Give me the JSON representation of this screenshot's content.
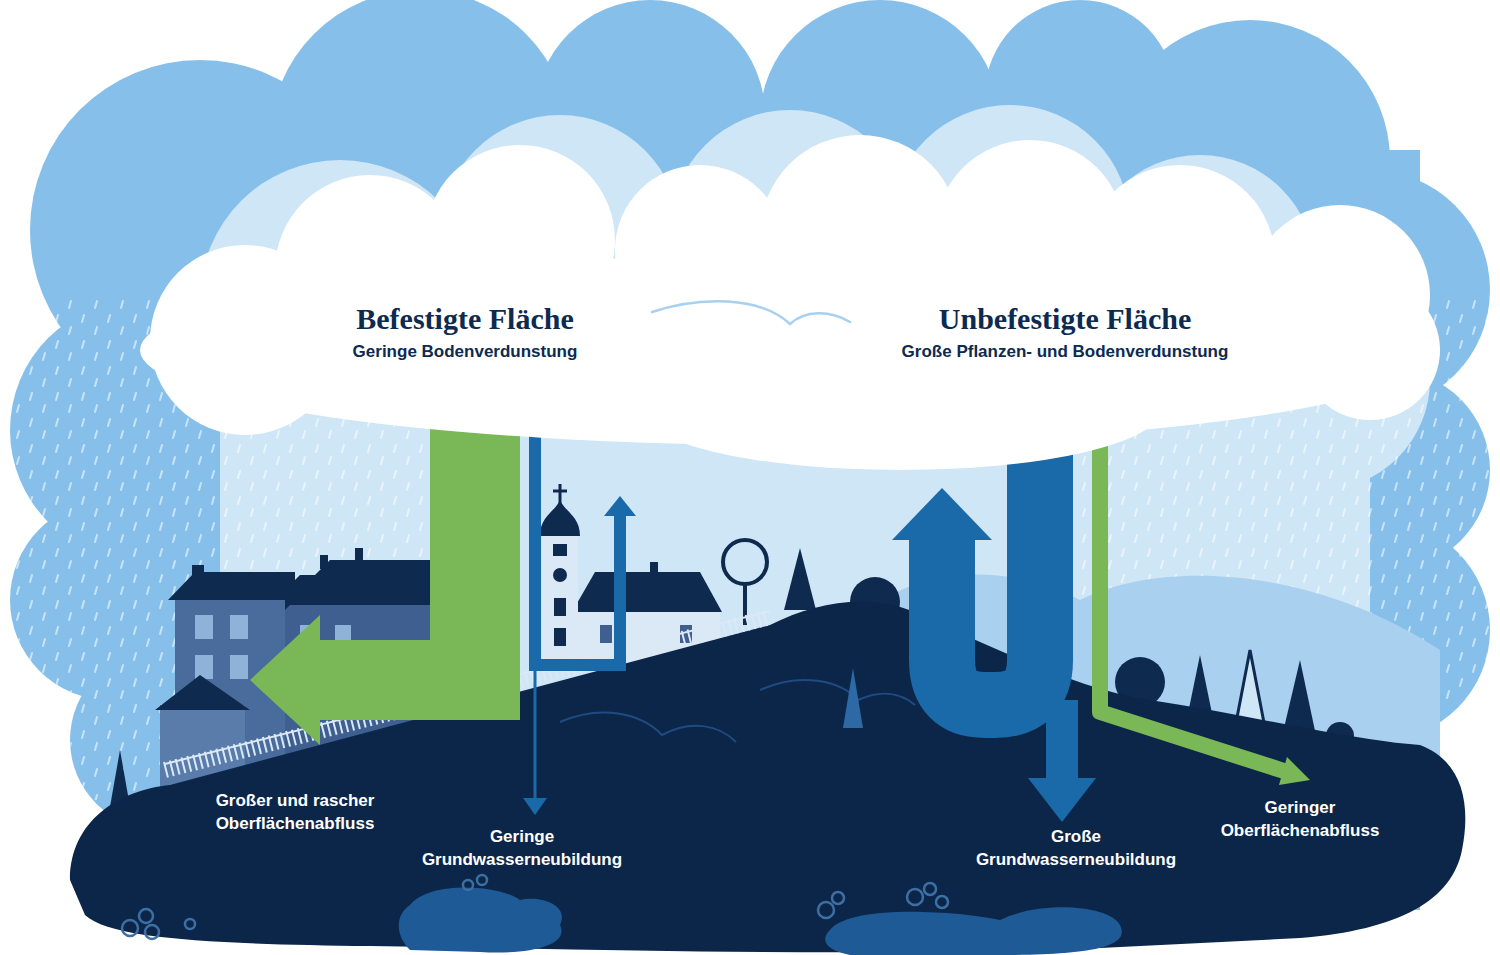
{
  "diagram": {
    "labels": [
      "Befestigte Fläche",
      "Geringe Bodenverdunstung",
      "Unbefestigte Fläche",
      "Große Pflanzen- und Bodenverdunstung",
      "Großer und rascher Oberflächenabfluss",
      "Geringe Grundwasserneubildung",
      "Große Grundwasserneubildung",
      "Geringer Oberflächenabfluss"
    ]
  }
}
